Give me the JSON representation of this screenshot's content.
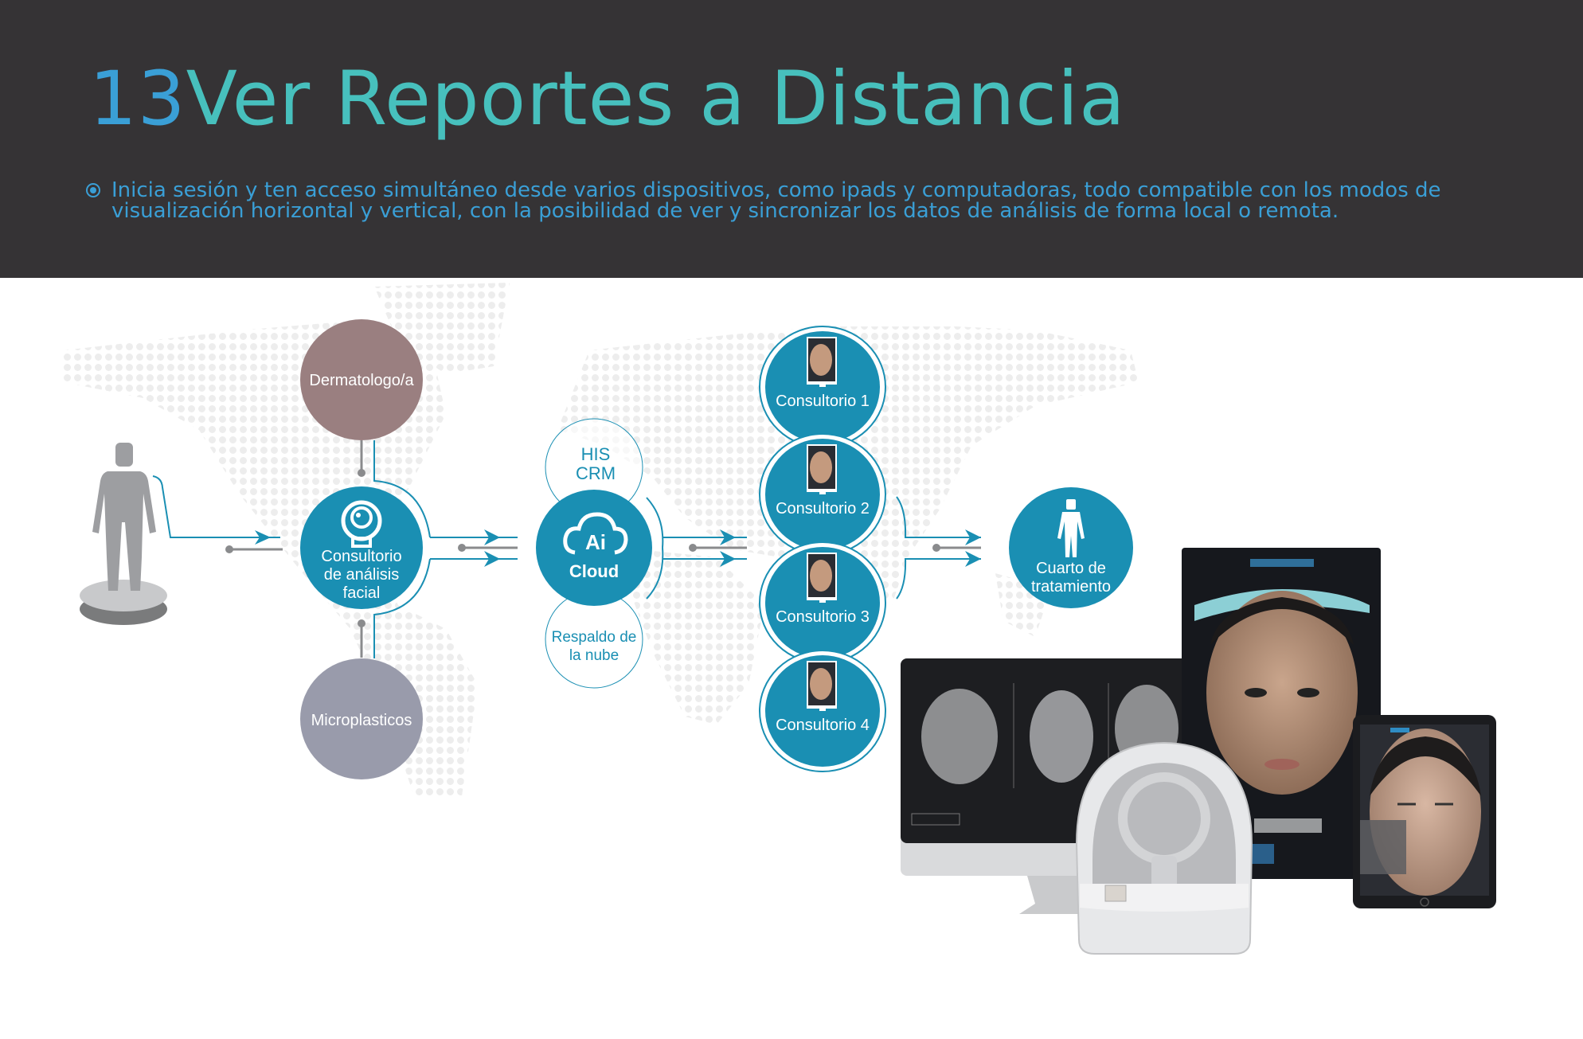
{
  "header": {
    "title_number": "13",
    "title_text": "Ver Reportes a Distancia",
    "bullet": "Inicia sesión y ten acceso simultáneo desde varios dispositivos, como ipads y computadoras, todo compatible con los modos de visualización horizontal y vertical, con la posibilidad de ver y sincronizar los datos de análisis de forma local o remota."
  },
  "diagram": {
    "dermatologo": "Dermatologo/a",
    "facial": [
      "Consultorio",
      "de análisis",
      "facial"
    ],
    "microplasticos": "Microplasticos",
    "his": "HIS",
    "crm": "CRM",
    "cloud_ai": "Ai",
    "cloud": "Cloud",
    "respaldo": [
      "Respaldo de",
      "la nube"
    ],
    "consultorios": [
      "Consultorio 1",
      "Consultorio 2",
      "Consultorio 3",
      "Consultorio 4"
    ],
    "cuarto": [
      "Cuarto de",
      "tratamiento"
    ]
  },
  "colors": {
    "header_bg": "#353335",
    "title": "#47c0bd",
    "title_number": "#3a9fd6",
    "accent": "#1a8fb3",
    "dermatologo": "#9a7f80",
    "microplasticos": "#999bab"
  }
}
